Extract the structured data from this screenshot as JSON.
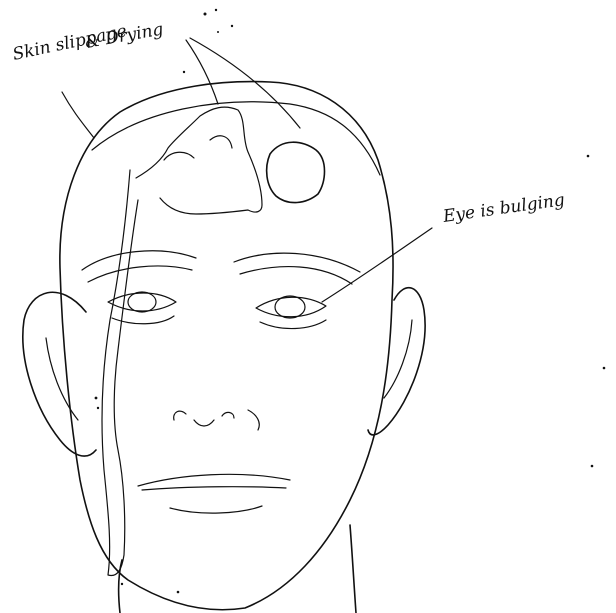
{
  "annotations": {
    "skin_line1": "Skin slippage",
    "skin_line2": "& Drying",
    "eye": "Eye is bulging"
  }
}
